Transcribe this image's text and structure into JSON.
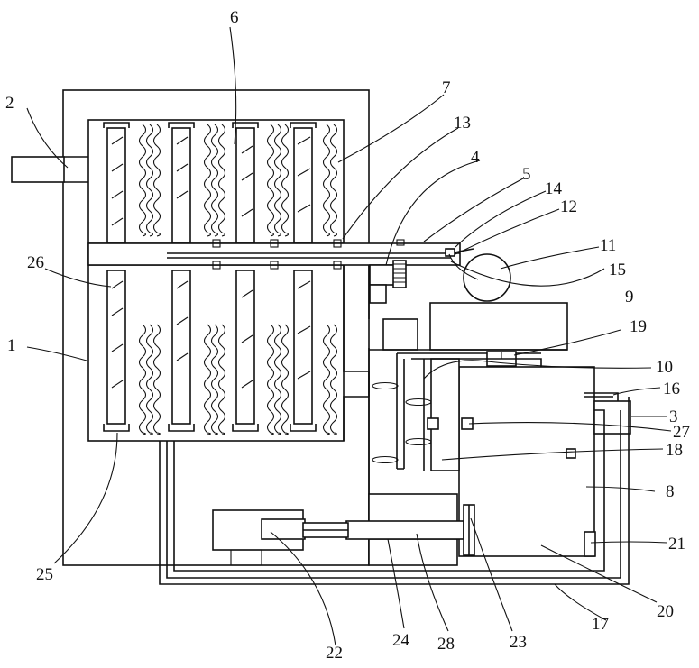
{
  "diagram": {
    "callouts": [
      {
        "id": "n1",
        "text": "1"
      },
      {
        "id": "n2",
        "text": "2"
      },
      {
        "id": "n3",
        "text": "3"
      },
      {
        "id": "n4",
        "text": "4"
      },
      {
        "id": "n5",
        "text": "5"
      },
      {
        "id": "n6",
        "text": "6"
      },
      {
        "id": "n7",
        "text": "7"
      },
      {
        "id": "n8",
        "text": "8"
      },
      {
        "id": "n9",
        "text": "9"
      },
      {
        "id": "n10",
        "text": "10"
      },
      {
        "id": "n11",
        "text": "11"
      },
      {
        "id": "n12",
        "text": "12"
      },
      {
        "id": "n13",
        "text": "13"
      },
      {
        "id": "n14",
        "text": "14"
      },
      {
        "id": "n15",
        "text": "15"
      },
      {
        "id": "n16",
        "text": "16"
      },
      {
        "id": "n17",
        "text": "17"
      },
      {
        "id": "n18",
        "text": "18"
      },
      {
        "id": "n19",
        "text": "19"
      },
      {
        "id": "n20",
        "text": "20"
      },
      {
        "id": "n21",
        "text": "21"
      },
      {
        "id": "n22",
        "text": "22"
      },
      {
        "id": "n23",
        "text": "23"
      },
      {
        "id": "n24",
        "text": "24"
      },
      {
        "id": "n25",
        "text": "25"
      },
      {
        "id": "n26",
        "text": "26"
      },
      {
        "id": "n27",
        "text": "27"
      },
      {
        "id": "n28",
        "text": "28"
      }
    ]
  }
}
